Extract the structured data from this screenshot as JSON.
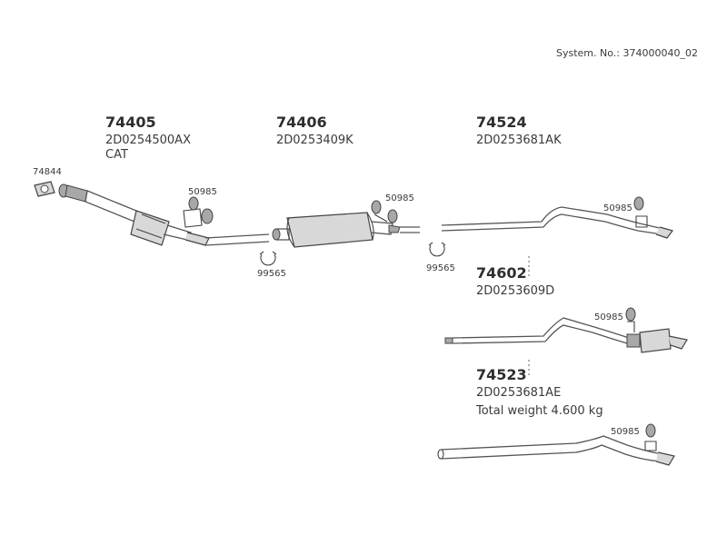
{
  "header": {
    "system_no": "System. No.: 374000040_02"
  },
  "parts": [
    {
      "number": "74405",
      "code": "2D0254500AX",
      "note": "CAT"
    },
    {
      "number": "74406",
      "code": "2D0253409K"
    },
    {
      "number": "74524",
      "code": "2D0253681AK"
    },
    {
      "number": "74602",
      "code": "2D0253609D"
    },
    {
      "number": "74523",
      "code": "2D0253681AE",
      "note": "Total weight 4.600 kg"
    }
  ],
  "labels": {
    "gasket": "74844",
    "hanger": "50985",
    "clamp": "99565"
  }
}
